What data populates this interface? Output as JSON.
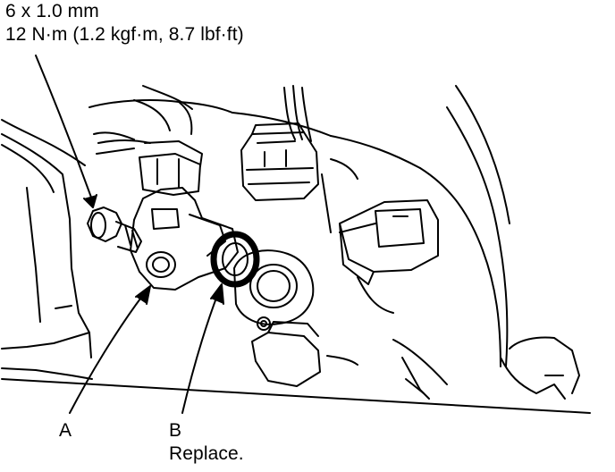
{
  "callouts": {
    "bolt_size": "6 x 1.0 mm",
    "bolt_torque": "12 N·m (1.2 kgf·m, 8.7 lbf·ft)",
    "part_a": "A",
    "part_b": "B",
    "part_b_note": "Replace."
  },
  "colors": {
    "line": "#000000",
    "background": "#ffffff"
  }
}
